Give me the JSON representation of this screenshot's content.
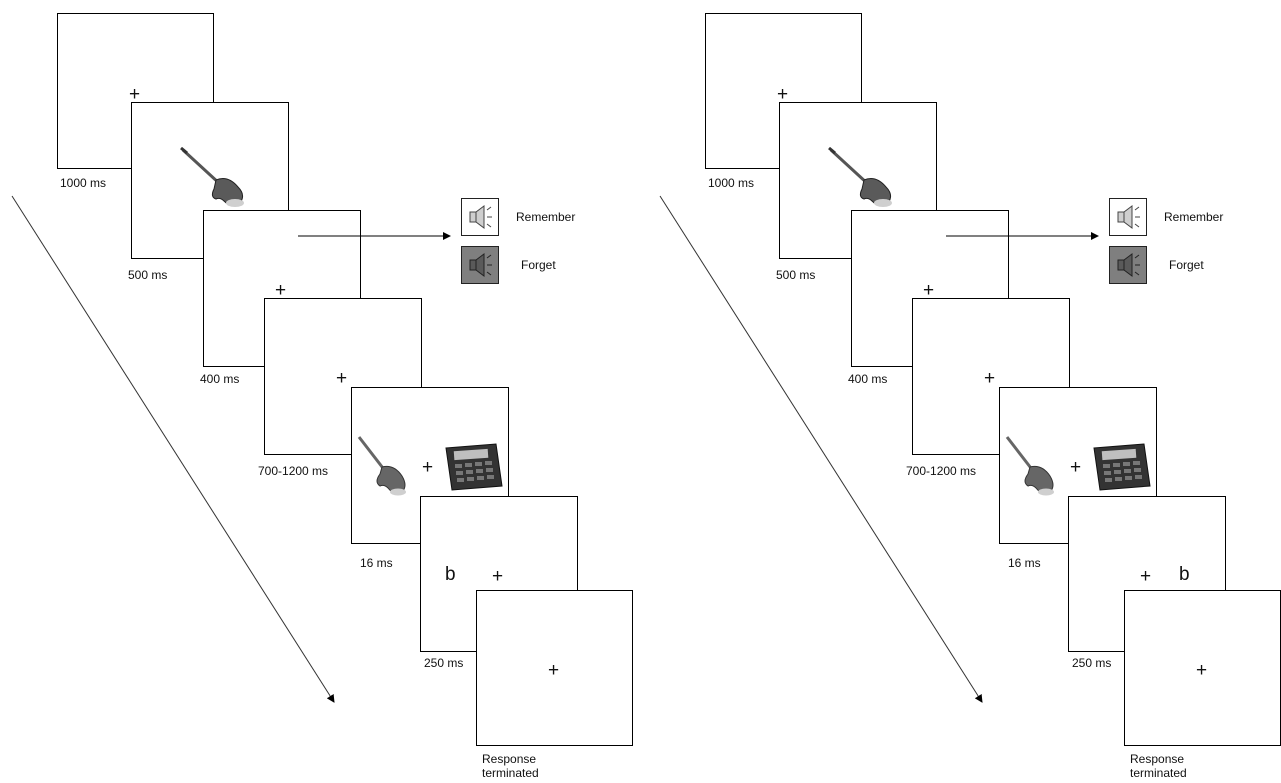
{
  "panels": [
    {
      "id": "left",
      "frames": [
        {
          "duration": "1000 ms",
          "content": "fixation"
        },
        {
          "duration": "500 ms",
          "content": "guitar"
        },
        {
          "duration": "400 ms",
          "content": "fixation"
        },
        {
          "duration": "700-1200 ms",
          "content": "fixation"
        },
        {
          "duration": "16 ms",
          "content": "guitar + calculator",
          "fixation": "+"
        },
        {
          "duration": "250 ms",
          "content": "probe",
          "letter": "b",
          "fixation": "+",
          "letter_side": "left"
        },
        {
          "duration": "Response terminated",
          "content": "fixation"
        }
      ],
      "fixation": "+",
      "legend": {
        "remember": "Remember",
        "forget": "Forget"
      }
    },
    {
      "id": "right",
      "frames": [
        {
          "duration": "1000 ms",
          "content": "fixation"
        },
        {
          "duration": "500 ms",
          "content": "guitar"
        },
        {
          "duration": "400 ms",
          "content": "fixation"
        },
        {
          "duration": "700-1200 ms",
          "content": "fixation"
        },
        {
          "duration": "16 ms",
          "content": "guitar + calculator",
          "fixation": "+"
        },
        {
          "duration": "250 ms",
          "content": "probe",
          "letter": "b",
          "fixation": "+",
          "letter_side": "right"
        },
        {
          "duration": "Response terminated",
          "content": "fixation"
        }
      ],
      "fixation": "+",
      "legend": {
        "remember": "Remember",
        "forget": "Forget"
      }
    }
  ],
  "colors": {
    "frame_border": "#000000",
    "speaker_light": "#ffffff",
    "speaker_dark": "#7f7f7f",
    "guitar_body": "#5a5a5a",
    "calculator_body": "#333333"
  }
}
